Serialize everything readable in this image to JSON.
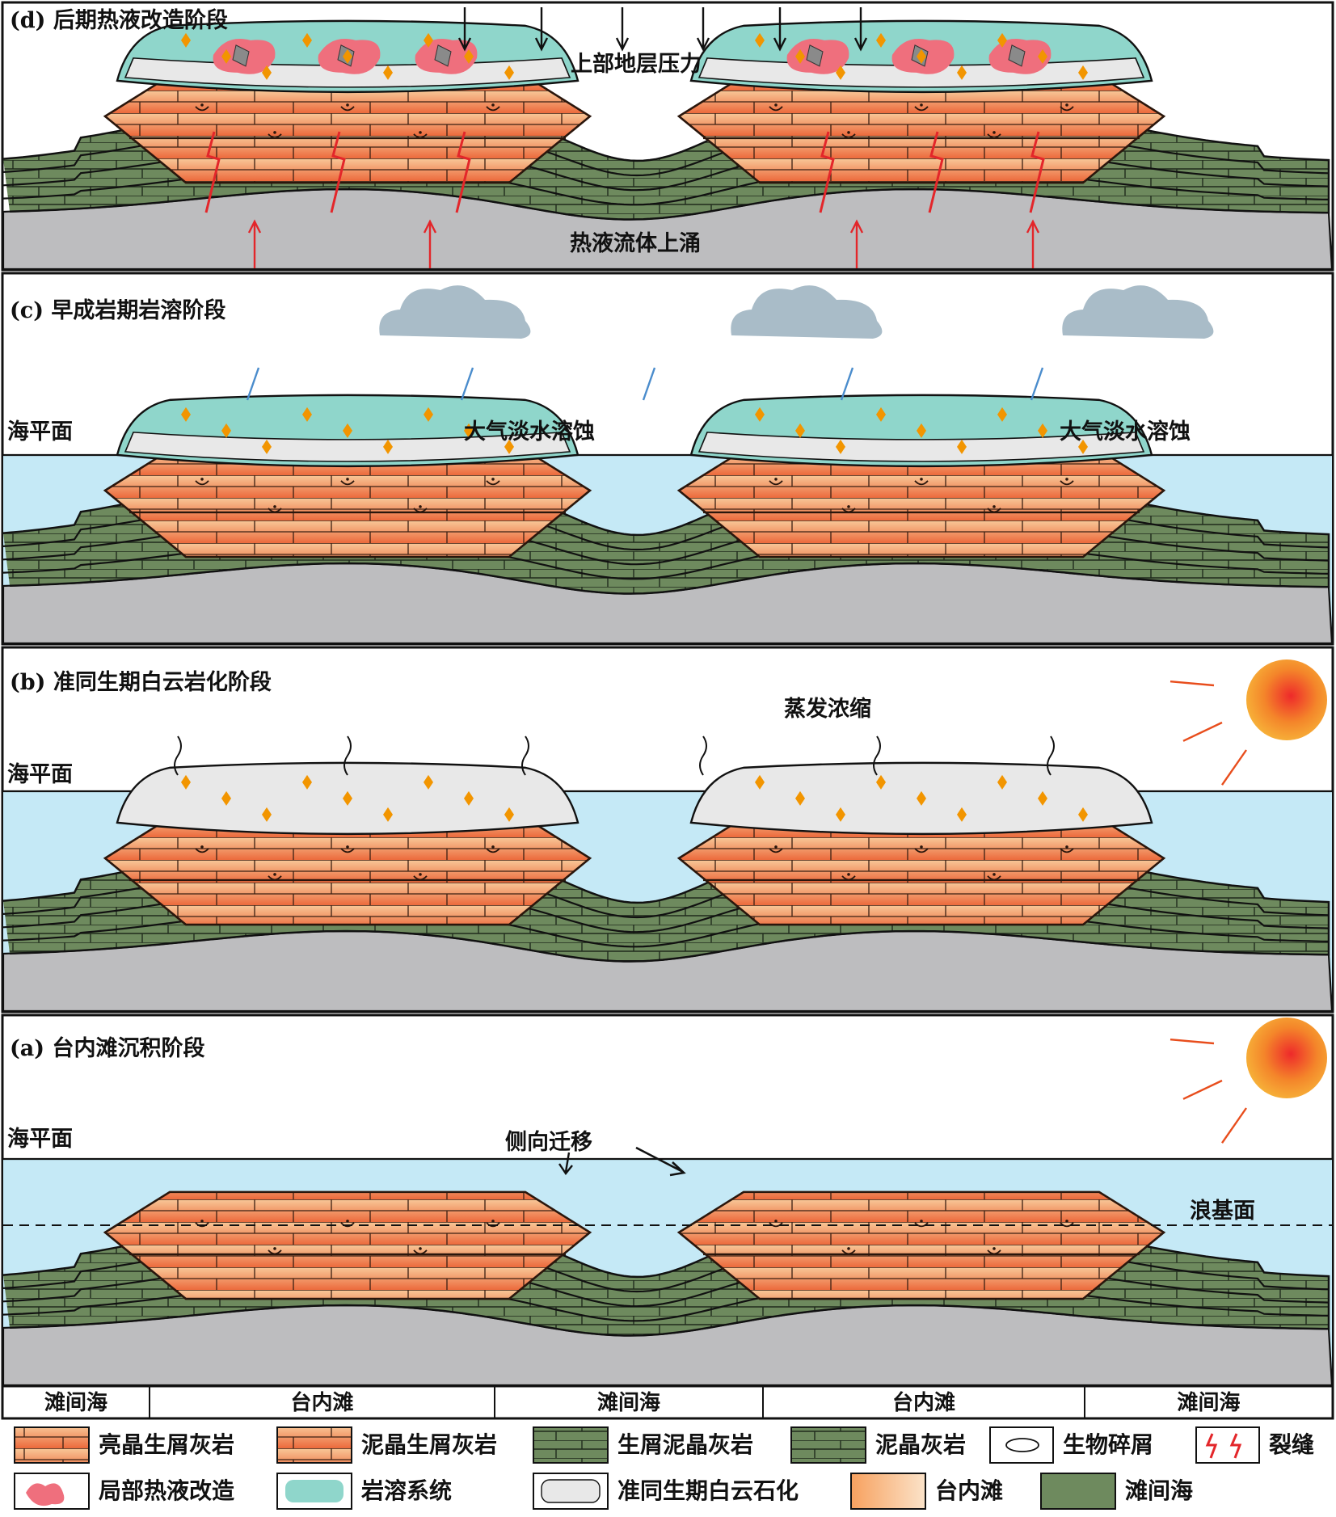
{
  "panels": {
    "d": {
      "title": "(d) 后期热液改造阶段",
      "pressure": "上部地层压力",
      "upwelling": "热液流体上涌"
    },
    "c": {
      "title": "(c) 早成岩期岩溶阶段",
      "sea_level": "海平面",
      "dissolution_left": "大气淡水溶蚀",
      "dissolution_right": "大气淡水溶蚀"
    },
    "b": {
      "title": "(b) 准同生期白云岩化阶段",
      "sea_level": "海平面",
      "evaporation": "蒸发浓缩"
    },
    "a": {
      "title": "(a) 台内滩沉积阶段",
      "sea_level": "海平面",
      "migration": "侧向迁移",
      "wave_base": "浪基面"
    }
  },
  "zones": [
    "滩间海",
    "台内滩",
    "滩间海",
    "台内滩",
    "滩间海"
  ],
  "legend": [
    {
      "label": "亮晶生屑灰岩",
      "icon": "sparry-bioclastic-limestone-swatch"
    },
    {
      "label": "泥晶生屑灰岩",
      "icon": "micritic-bioclastic-limestone-swatch"
    },
    {
      "label": "生屑泥晶灰岩",
      "icon": "bioclastic-micrite-swatch"
    },
    {
      "label": "泥晶灰岩",
      "icon": "micrite-swatch"
    },
    {
      "label": "生物碎屑",
      "icon": "bioclast-icon"
    },
    {
      "label": "裂缝",
      "icon": "fracture-icon"
    },
    {
      "label": "局部热液改造",
      "icon": "hydrothermal-alteration-swatch"
    },
    {
      "label": "岩溶系统",
      "icon": "karst-system-swatch"
    },
    {
      "label": "准同生期白云石化",
      "icon": "dolomitization-swatch"
    },
    {
      "label": "台内滩",
      "icon": "shoal-gradient-swatch"
    },
    {
      "label": "滩间海",
      "icon": "interbank-sea-swatch"
    }
  ],
  "colors": {
    "sea": "#c5e9f6",
    "basement": "#bdbdbf",
    "interbank_green": "#6e8a5e",
    "shoal_orange": "#ef8050",
    "shoal_light": "#f7c08e",
    "karst_teal": "#8fd6cb",
    "dolomite_grey": "#e8e8e8",
    "rhomb_orange": "#f29500",
    "hydrothermal_pink": "#ef6f7d",
    "fracture_red": "#e3262a",
    "cloud": "#a9bcc8",
    "rain": "#4a8ccc"
  }
}
